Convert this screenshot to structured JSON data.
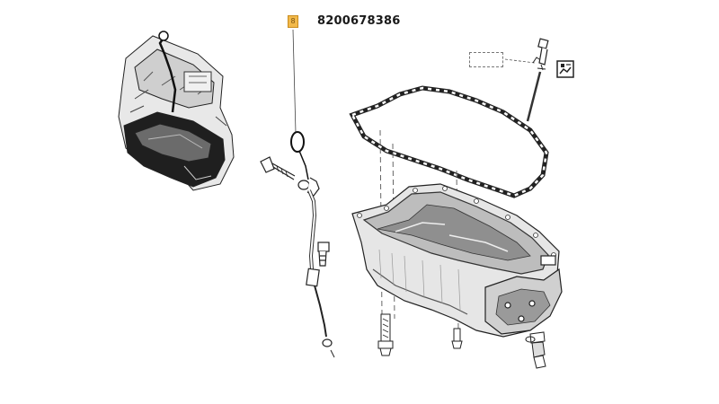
{
  "callout": {
    "badge": "8",
    "part_number": "8200678386"
  },
  "icons": {
    "reference_box": "dashed-reference-box",
    "document": "document-reference-icon"
  },
  "colors": {
    "callout_fill": "#f2b94a",
    "line": "#1a1a1a",
    "engine_fill": "#d9d9d9"
  }
}
